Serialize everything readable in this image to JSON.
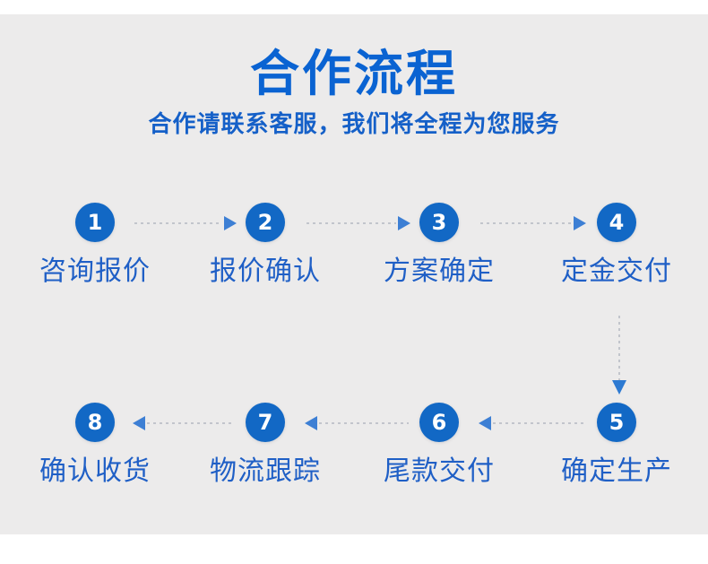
{
  "page": {
    "background_outer": "#ffffff",
    "background_panel": "#ecebeb",
    "accent_blue": "#1268c5",
    "text_blue": "#1f5fc6",
    "title_blue": "#0a63d2",
    "arrow_blue": "#3d7fd4",
    "dot_gray": "#9fa6b2"
  },
  "header": {
    "title": "合作流程",
    "subtitle": "合作请联系客服，我们将全程为您服务"
  },
  "flow": {
    "top_row": [
      {
        "number": "1",
        "label": "咨询报价"
      },
      {
        "number": "2",
        "label": "报价确认"
      },
      {
        "number": "3",
        "label": "方案确定"
      },
      {
        "number": "4",
        "label": "定金交付"
      }
    ],
    "bottom_row": [
      {
        "number": "8",
        "label": "确认收货"
      },
      {
        "number": "7",
        "label": "物流跟踪"
      },
      {
        "number": "6",
        "label": "尾款交付"
      },
      {
        "number": "5",
        "label": "确定生产"
      }
    ],
    "connectors": {
      "top_direction": "right-arrow-icon",
      "bottom_direction": "left-arrow-icon",
      "vertical_direction": "down-arrow-icon"
    }
  }
}
